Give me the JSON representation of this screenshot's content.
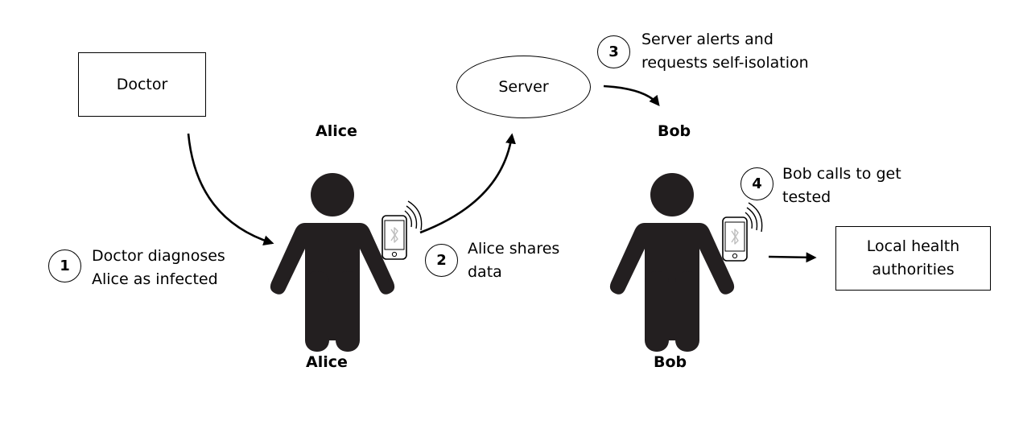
{
  "nodes": {
    "doctor": "Doctor",
    "server": "Server",
    "local_health_line1": "Local health",
    "local_health_line2": "authorities"
  },
  "people": {
    "alice": "Alice",
    "bob": "Bob"
  },
  "steps": [
    {
      "number": "1",
      "line1": "Doctor diagnoses",
      "line2": "Alice as infected"
    },
    {
      "number": "2",
      "line1": "Alice shares",
      "line2": "data"
    },
    {
      "number": "3",
      "line1": "Server alerts and",
      "line2": "requests self-isolation"
    },
    {
      "number": "4",
      "line1": "Bob calls to get",
      "line2": "tested"
    }
  ],
  "colors": {
    "figure": "#231f20",
    "phone_icon": "#bdbdbd",
    "stroke": "#000000"
  },
  "icons": [
    "person-icon",
    "smartphone-icon",
    "bluetooth-icon",
    "signal-waves-icon",
    "arrow-icon"
  ]
}
